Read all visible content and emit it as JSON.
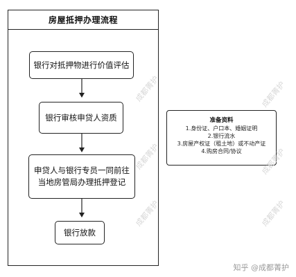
{
  "title": "房屋抵押办理流程",
  "steps": [
    {
      "text": "银行对抵押物进行价值评估"
    },
    {
      "text": "银行审核申贷人资质"
    },
    {
      "text": "申贷人与银行专员一同前往\n当地房管局办理抵押登记"
    },
    {
      "text": "银行放款"
    }
  ],
  "note": {
    "title": "准备资料",
    "items": [
      "1.身份证、户口本、婚姻证明",
      "2.银行流水",
      "3.房屋产权证（租土地）或不动产证",
      "4.购房合同/协议"
    ]
  },
  "watermarks": [
    "成都菁护",
    "成都菁护",
    "成都菁护",
    "成都菁护",
    "成都菁护",
    "成都菁护"
  ],
  "footer_mark": "知乎 @成都菁护"
}
